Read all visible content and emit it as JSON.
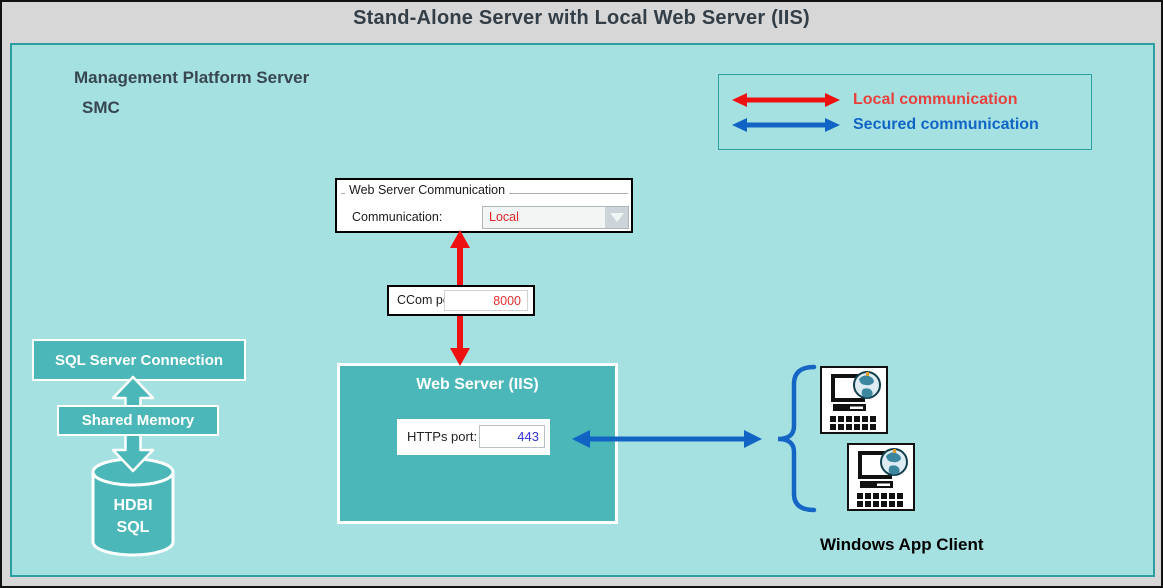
{
  "title": "Stand-Alone Server with Local Web Server (IIS)",
  "platform": {
    "line1": "Management Platform Server",
    "line2": "SMC"
  },
  "legend": {
    "local_label": "Local communication",
    "secured_label": "Secured communication"
  },
  "web_server_communication": {
    "group_title": "Web Server Communication",
    "communication_label": "Communication:",
    "communication_value": "Local"
  },
  "ccom": {
    "label": "CCom port:",
    "value": "8000"
  },
  "web_server_iis": {
    "title": "Web Server (IIS)",
    "https_label": "HTTPs port:",
    "https_value": "443"
  },
  "sql": {
    "connection_label": "SQL Server Connection",
    "shared_memory_label": "Shared Memory",
    "database_line1": "HDBI",
    "database_line2": "SQL"
  },
  "client": {
    "label": "Windows App Client"
  },
  "colors": {
    "local_red": "#ee1111",
    "secured_blue": "#1164c4",
    "teal_fill": "#4bb7b9",
    "panel_teal": "#a6e1e2",
    "panel_border": "#2d9fa1",
    "port_value_red": "#e03030",
    "https_value_blue": "#3535d8"
  }
}
